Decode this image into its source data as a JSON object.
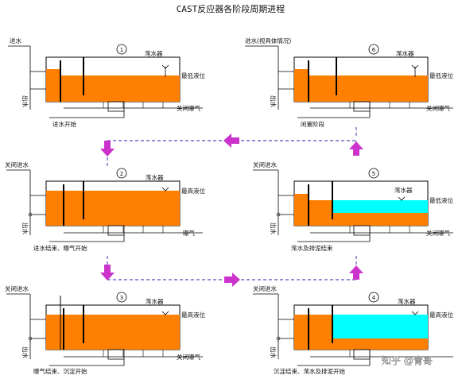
{
  "title": "CAST反应器各阶段周期进程",
  "colors": {
    "sludge": "#FF7F00",
    "clear_water": "#00FFFF",
    "arrow": "#CC33CC",
    "line": "#000000",
    "dash": "#2222AA"
  },
  "common": {
    "decanter": "滗水器",
    "min_level": "最低液位",
    "max_level": "最高液位",
    "outlet": "出水",
    "aeration_off": "关闭曝气",
    "aeration": "曝气",
    "inflow_off": "关闭进水"
  },
  "stages": [
    {
      "num": "1",
      "inlet": "进水",
      "caption": "进水开始"
    },
    {
      "num": "2",
      "inlet": "关闭进水",
      "caption": "进水结束、曝气开始"
    },
    {
      "num": "3",
      "inlet": "关闭进水",
      "caption": "曝气结束、沉淀开始"
    },
    {
      "num": "4",
      "inlet": "关闭进水",
      "caption": "沉淀结束、滗水及排泥开始"
    },
    {
      "num": "5",
      "inlet": "关闭进水",
      "caption": "滗水及排泥结束"
    },
    {
      "num": "6",
      "inlet": "进水(视具体情况)",
      "caption": "闲置阶段"
    }
  ],
  "watermark": "知乎 @青哥"
}
